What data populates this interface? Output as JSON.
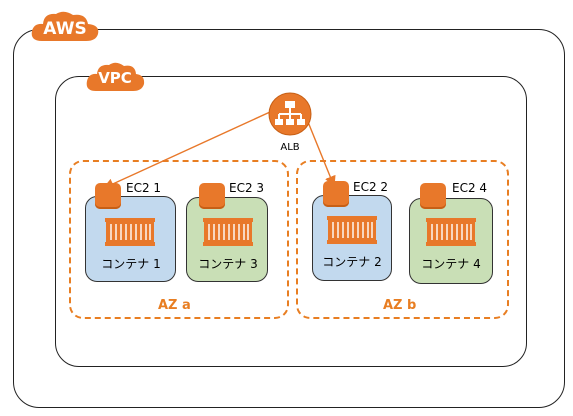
{
  "aws": {
    "label": "AWS"
  },
  "vpc": {
    "label": "VPC"
  },
  "alb": {
    "label": "ALB"
  },
  "azs": [
    {
      "label": "AZ a"
    },
    {
      "label": "AZ b"
    }
  ],
  "ec2": [
    {
      "name": "EC2 1",
      "container": "コンテナ 1",
      "color": "#c2d9ee"
    },
    {
      "name": "EC2 3",
      "container": "コンテナ 3",
      "color": "#c9dfb6"
    },
    {
      "name": "EC2 2",
      "container": "コンテナ 2",
      "color": "#c2d9ee"
    },
    {
      "name": "EC2 4",
      "container": "コンテナ 4",
      "color": "#c9dfb6"
    }
  ],
  "colors": {
    "accent": "#e8782a",
    "dashed": "#e87e22"
  }
}
